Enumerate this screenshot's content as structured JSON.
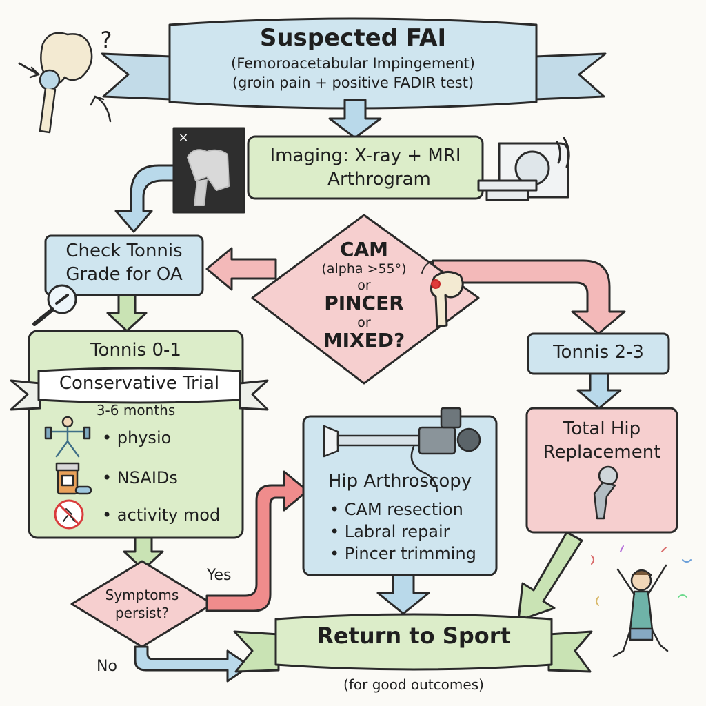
{
  "header": {
    "title": "Suspected FAI",
    "subtitle_1": "(Femoroacetabular Impingement)",
    "subtitle_2": "(groin pain + positive FADIR test)"
  },
  "imaging": {
    "line_1": "Imaging: X-ray + MRI",
    "line_2": "Arthrogram"
  },
  "xray_mark": "×",
  "tonnis_check": {
    "line_1": "Check Tonnis",
    "line_2": "Grade for OA"
  },
  "morphology": {
    "line_1": "CAM",
    "line_2": "(alpha >55°)",
    "or_1": "or",
    "line_3": "PINCER",
    "or_2": "or",
    "line_4": "MIXED?"
  },
  "tonnis_low": {
    "title": "Tonnis 0-1",
    "banner": "Conservative Trial",
    "duration": "3-6 months",
    "items": [
      "• physio",
      "• NSAIDs",
      "• activity mod"
    ]
  },
  "tonnis_high": {
    "title": "Tonnis 2-3"
  },
  "thr": {
    "line_1": "Total Hip",
    "line_2": "Replacement"
  },
  "arthroscopy": {
    "title": "Hip Arthroscopy",
    "items": [
      "• CAM resection",
      "• Labral repair",
      "• Pincer trimming"
    ]
  },
  "symptoms": {
    "line_1": "Symptoms",
    "line_2": "persist?"
  },
  "labels": {
    "yes": "Yes",
    "no": "No"
  },
  "outcome": {
    "title": "Return to Sport",
    "note": "(for good outcomes)"
  },
  "icons": {
    "pelvis_question": "?",
    "hip": "hip-joint-icon",
    "mri": "mri-scanner-icon",
    "magnifier": "magnifier-bone-icon",
    "exercise": "exercise-band-icon",
    "pills": "pill-bottle-icon",
    "no_activity": "no-running-icon",
    "arthroscope": "arthroscope-camera-icon",
    "implant": "hip-implant-icon",
    "athlete": "celebrating-athlete-icon"
  },
  "colors": {
    "blue_fill": "#cfe5ef",
    "green_fill": "#dcedc9",
    "pink_fill": "#f6cfcf",
    "blue_arrow": "#b9d9ea",
    "green_arrow": "#c9e3b4",
    "pink_arrow": "#f3b9b9",
    "red_arrow": "#ef8c8c",
    "ink": "#2a2a2a"
  }
}
